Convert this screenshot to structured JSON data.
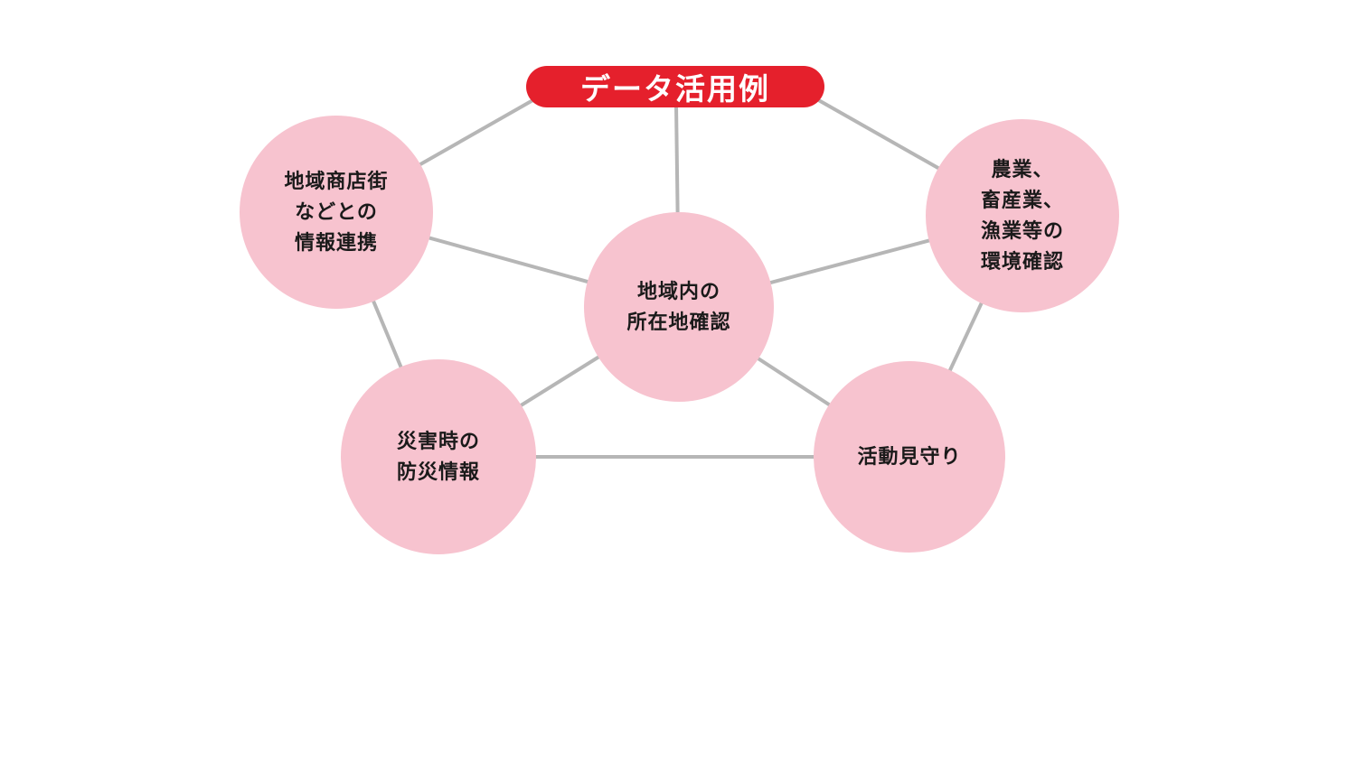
{
  "title": {
    "label": "データ活用例"
  },
  "nodes": [
    {
      "id": "top-left",
      "label": "地域商店街\nなどとの\n情報連携"
    },
    {
      "id": "top-right",
      "label": "農業、\n畜産業、\n漁業等の\n環境確認"
    },
    {
      "id": "center",
      "label": "地域内の\n所在地確認"
    },
    {
      "id": "bottom-left",
      "label": "災害時の\n防災情報"
    },
    {
      "id": "bottom-right",
      "label": "活動見守り"
    }
  ],
  "edges": [
    [
      "title",
      "top-left"
    ],
    [
      "title",
      "center"
    ],
    [
      "title",
      "top-right"
    ],
    [
      "top-left",
      "center"
    ],
    [
      "top-right",
      "center"
    ],
    [
      "top-left",
      "bottom-left"
    ],
    [
      "top-right",
      "bottom-right"
    ],
    [
      "center",
      "bottom-left"
    ],
    [
      "center",
      "bottom-right"
    ],
    [
      "bottom-left",
      "bottom-right"
    ]
  ],
  "colors": {
    "node_fill": "#f7c3cf",
    "node_text": "#1a1a1a",
    "edge": "#b6b6b6",
    "title_bg": "#e5202c",
    "title_text": "#ffffff"
  }
}
